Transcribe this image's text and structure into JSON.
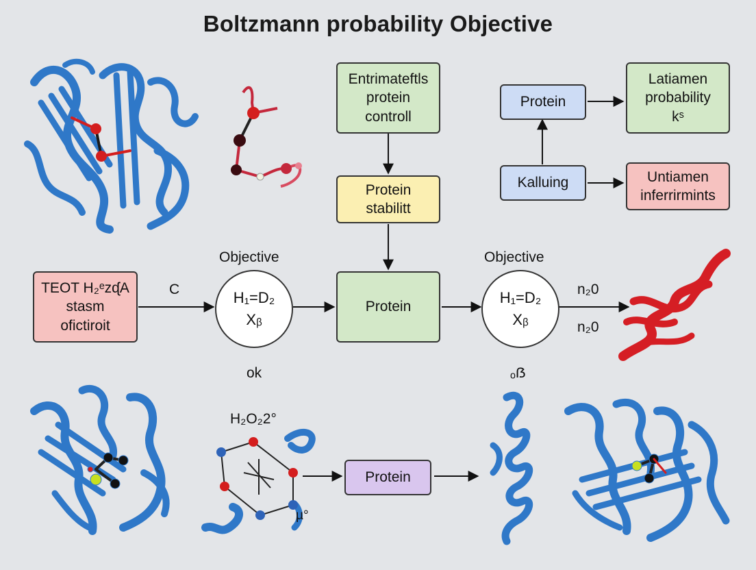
{
  "title": "Boltzmann probability Objective",
  "top_flow": {
    "control_box": [
      "Entrimateftls",
      "protein",
      "controll"
    ],
    "stability_box": [
      "Protein",
      "stabilitt"
    ]
  },
  "right_panel": {
    "protein_box": "Protein",
    "kalluing_box": "Kalluing",
    "probability_box": [
      "Latiamen",
      "probability",
      "kˢ"
    ],
    "untiamen_box": [
      "Untiamen",
      "inferrirmints"
    ]
  },
  "middle_row": {
    "input_box": [
      "TEOT H₂ᵉzᶑA",
      "stasm",
      "ofictiroit"
    ],
    "input_edge_label": "C",
    "objective_left_label": "Objective",
    "objective_left_circle": [
      "H₁=D₂",
      "Xᵦ"
    ],
    "protein_center_box": "Protein",
    "objective_right_label": "Objective",
    "objective_right_circle": [
      "H₁=D₂",
      "Xᵦ"
    ],
    "output_edge_label_top": "n₂0",
    "output_edge_label_bottom": "n₂0",
    "below_left_circle": "ok",
    "below_right_circle": "ₒẞ"
  },
  "bottom_row": {
    "molecule_label": "H₂O₂2°",
    "molecule_sublabel": "µ°",
    "protein_purple_box": "Protein"
  },
  "colors": {
    "helix_blue": "#2f78c8",
    "helix_red": "#d51e24",
    "atom_red": "#d41e1e",
    "atom_dark": "#3a0b10",
    "atom_blue": "#2e63b8",
    "atom_yellow": "#c8e020",
    "box_green": "#d3e8c8",
    "box_yellow": "#fbefb2",
    "box_blue": "#cddcf5",
    "box_red": "#f6c2c0",
    "box_purple": "#d9c6ee"
  },
  "icons": [
    "protein-ribbon-icon",
    "molecule-ball-stick-icon",
    "red-helix-icon"
  ]
}
